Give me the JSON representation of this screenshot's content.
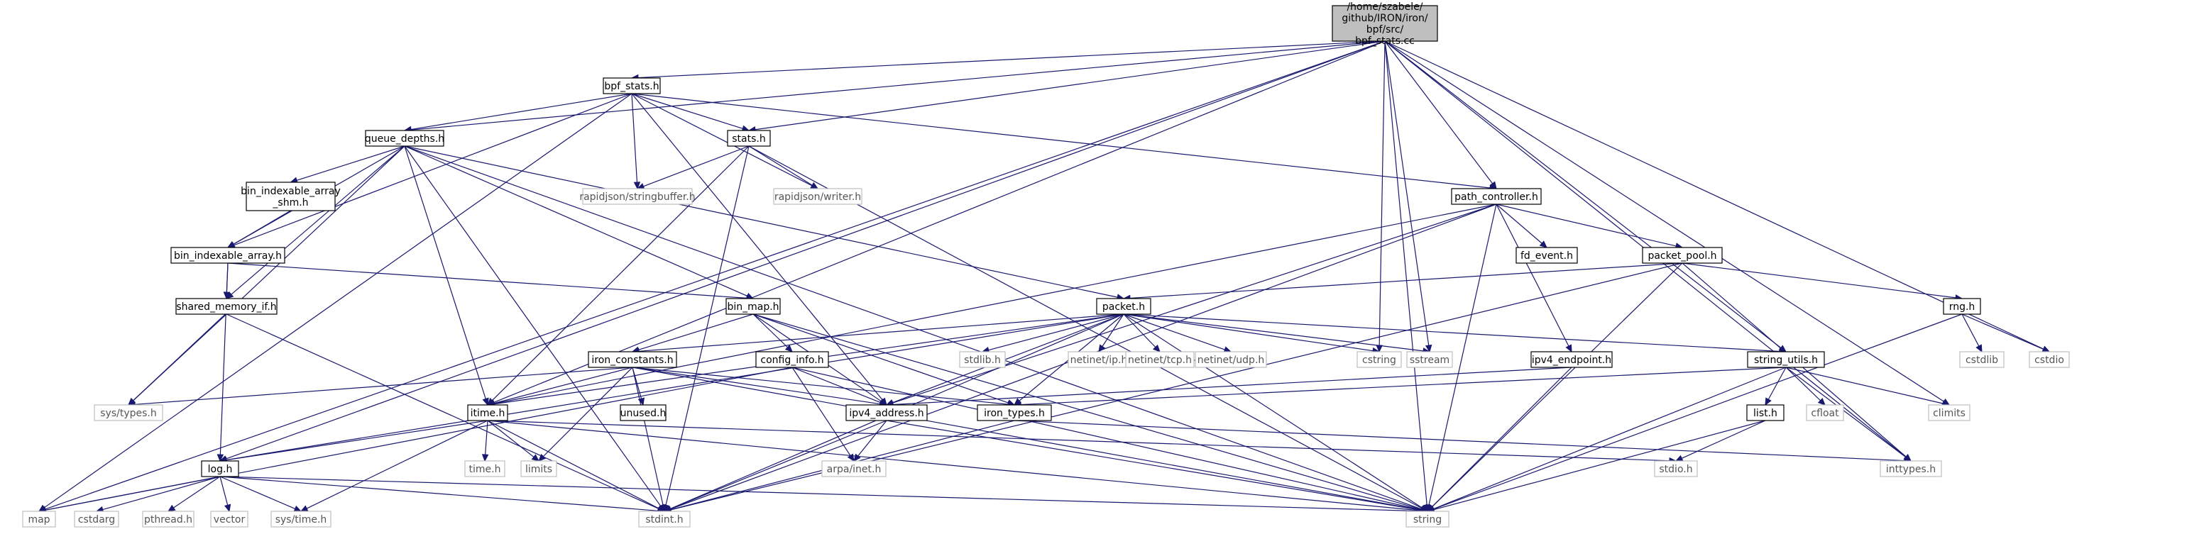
{
  "title": "",
  "nodes": {
    "root": "/home/szabele/github/IRON/iron/bpf/src/bpf_stats.cc",
    "bpf_stats_h": "bpf_stats.h",
    "queue_depths_h": "queue_depths.h",
    "stats_h": "stats.h",
    "path_controller_h": "path_controller.h",
    "bin_indexable_array_shm_h": "bin_indexable_array_shm.h",
    "bin_indexable_array_h": "bin_indexable_array.h",
    "shared_memory_if_h": "shared_memory_if.h",
    "bin_map_h": "bin_map.h",
    "packet_h": "packet.h",
    "packet_pool_h": "packet_pool.h",
    "fd_event_h": "fd_event.h",
    "rng_h": "rng.h",
    "iron_constants_h": "iron_constants.h",
    "config_info_h": "config_info.h",
    "ipv4_endpoint_h": "ipv4_endpoint.h",
    "string_utils_h": "string_utils.h",
    "itime_h": "itime.h",
    "unused_h": "unused.h",
    "ipv4_address_h": "ipv4_address.h",
    "iron_types_h": "iron_types.h",
    "list_h": "list.h",
    "log_h": "log.h",
    "rapidjson_stringbuffer_h": "rapidjson/stringbuffer.h",
    "rapidjson_writer_h": "rapidjson/writer.h",
    "stdlib_h": "stdlib.h",
    "netinet_ip_h": "netinet/ip.h",
    "netinet_tcp_h": "netinet/tcp.h",
    "netinet_udp_h": "netinet/udp.h",
    "cstring": "cstring",
    "sstream": "sstream",
    "cstdlib": "cstdlib",
    "cstdio": "cstdio",
    "sys_types_h": "sys/types.h",
    "cfloat": "cfloat",
    "climits": "climits",
    "time_h": "time.h",
    "limits": "limits",
    "arpa_inet_h": "arpa/inet.h",
    "stdio_h": "stdio.h",
    "inttypes_h": "inttypes.h",
    "map": "map",
    "cstdarg": "cstdarg",
    "pthread_h": "pthread.h",
    "vector": "vector",
    "sys_time_h": "sys/time.h",
    "stdint_h": "stdint.h",
    "string": "string"
  }
}
